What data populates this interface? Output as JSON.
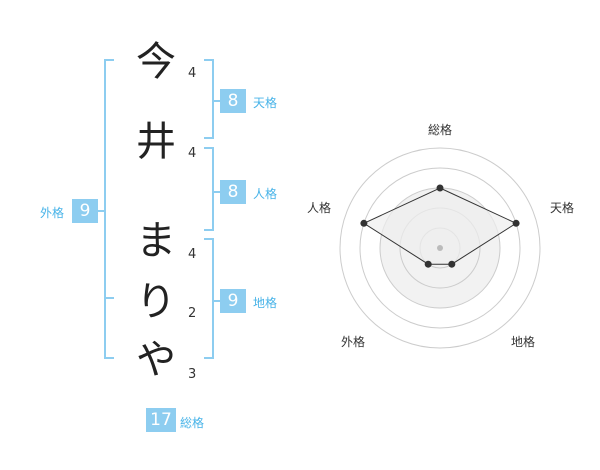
{
  "name": {
    "chars": [
      {
        "char": "今",
        "strokes": "4"
      },
      {
        "char": "井",
        "strokes": "4"
      },
      {
        "char": "ま",
        "strokes": "4"
      },
      {
        "char": "り",
        "strokes": "2"
      },
      {
        "char": "や",
        "strokes": "3"
      }
    ]
  },
  "fortune": {
    "tenkaku": {
      "value": "8",
      "label": "天格"
    },
    "jinkaku": {
      "value": "8",
      "label": "人格"
    },
    "chikaku": {
      "value": "9",
      "label": "地格"
    },
    "gaikaku": {
      "value": "9",
      "label": "外格"
    },
    "soukaku": {
      "value": "17",
      "label": "総格"
    }
  },
  "chart_data": {
    "type": "radar",
    "axes": [
      "総格",
      "天格",
      "地格",
      "外格",
      "人格"
    ],
    "values": [
      3,
      4,
      1,
      1,
      4
    ],
    "rlim": [
      0,
      5
    ],
    "grid": true,
    "colors": {
      "fill": "#f2f2f2",
      "grid": "#cccccc",
      "line": "#333333",
      "point": "#333333",
      "center": "#bbbbbb"
    }
  },
  "colors": {
    "accent": "#8dcdf0",
    "accent_text": "#47b3e8"
  }
}
